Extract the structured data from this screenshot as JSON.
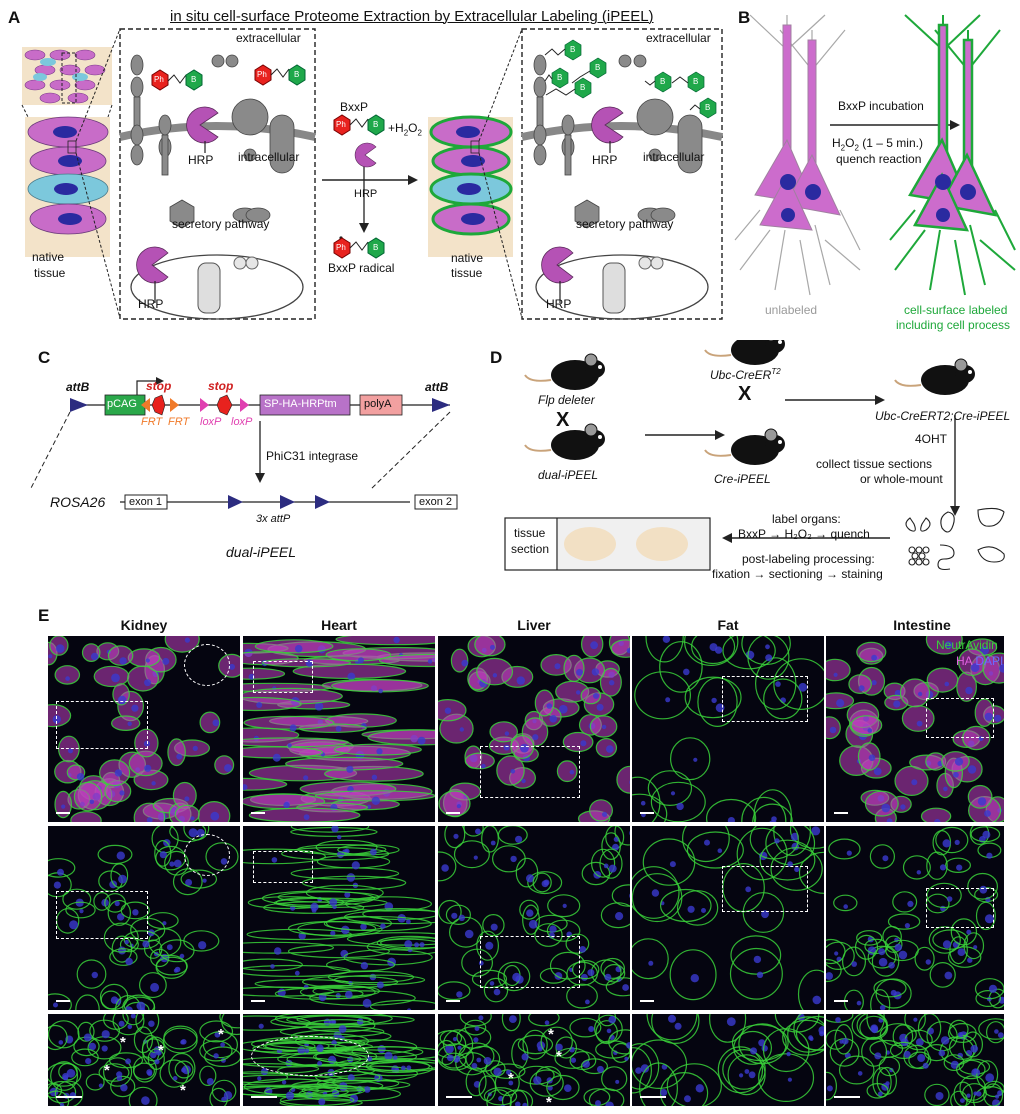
{
  "panelA": {
    "letter": "A",
    "title": "in situ cell-surface Proteome Extraction by Extracellular Labeling (iPEEL)",
    "left": {
      "extracellular": "extracellular",
      "hrp": "HRP",
      "intracellular": "intracellular",
      "secretory": "secretory pathway",
      "hrp_bottom": "HRP",
      "native": "native",
      "tissue": "tissue"
    },
    "reaction": {
      "bxxp": "BxxP",
      "h2o2": "+H",
      "h2o2_sub": "2",
      "h2o2_o": "O",
      "h2o2_sub2": "2",
      "hrp": "HRP",
      "radical": "BxxP radical",
      "ph": "Ph",
      "b": "B"
    },
    "right": {
      "extracellular": "extracellular",
      "hrp": "HRP",
      "intracellular": "intracellular",
      "secretory": "secretory pathway",
      "hrp_bottom": "HRP",
      "native": "native",
      "tissue": "tissue"
    }
  },
  "panelB": {
    "letter": "B",
    "step1": "BxxP incubation",
    "step2_a": "H",
    "step2_sub": "2",
    "step2_b": "O",
    "step2_sub2": "2",
    "step2_c": " (1 – 5 min.)",
    "step3": "quench reaction",
    "unlabeled": "unlabeled",
    "labeled1": "cell-surface labeled",
    "labeled2": "including cell process"
  },
  "panelC": {
    "letter": "C",
    "attB_left": "attB",
    "attB_right": "attB",
    "pcag": "pCAG",
    "stop1": "stop",
    "stop2": "stop",
    "frt1": "FRT",
    "frt2": "FRT",
    "loxp1": "loxP",
    "loxp2": "loxP",
    "sp": "SP-HA-HRPtm",
    "polya": "polyA",
    "integrase": "PhiC31 integrase",
    "rosa": "ROSA26",
    "exon1": "exon 1",
    "exon2": "exon 2",
    "attp": "3x attP",
    "name": "dual-iPEEL"
  },
  "panelD": {
    "letter": "D",
    "flp": "Flp deleter",
    "dual": "dual-iPEEL",
    "x1": "X",
    "x2": "X",
    "ubc_a": "Ubc-CreER",
    "ubc_sup": "T2",
    "cre": "Cre-iPEEL",
    "cross": "Ubc-CreERT2;Cre-iPEEL",
    "ohT": "4OHT",
    "collect1": "collect tissue sections",
    "collect2": "or whole-mount",
    "label1": "label organs:",
    "label2": "BxxP → H₂O₂ → quench",
    "post1": "post-labeling processing:",
    "post2": "fixation → sectioning → staining",
    "tissue1": "tissue",
    "tissue2": "section"
  },
  "panelE": {
    "letter": "E",
    "organs": [
      "Kidney",
      "Heart",
      "Liver",
      "Fat",
      "Intestine"
    ],
    "legend_green": "NeutrAvidin",
    "legend_ha": "HA",
    "legend_dapi": "DAPI",
    "colors": {
      "green": "#3ad13a",
      "magenta": "#c040c0",
      "blue": "#3a3ad0"
    }
  },
  "colors": {
    "hrp_purple": "#b552b5",
    "cell_magenta": "#c86cc8",
    "cell_cyan": "#7cc8dc",
    "nucleus": "#2a2aa0",
    "label_green": "#1ea83a",
    "ph_red": "#e8221e",
    "b_green": "#1fa84a",
    "tissue_beige": "#f3e3c9",
    "stop_red": "#e8221e",
    "frt_orange": "#f07a2a",
    "loxp_pink": "#e040b0",
    "pcag_green": "#2aa84a",
    "sp_purple": "#b872c8",
    "polya_pink": "#f2a0a0",
    "arrow_navy": "#2c2c80"
  }
}
